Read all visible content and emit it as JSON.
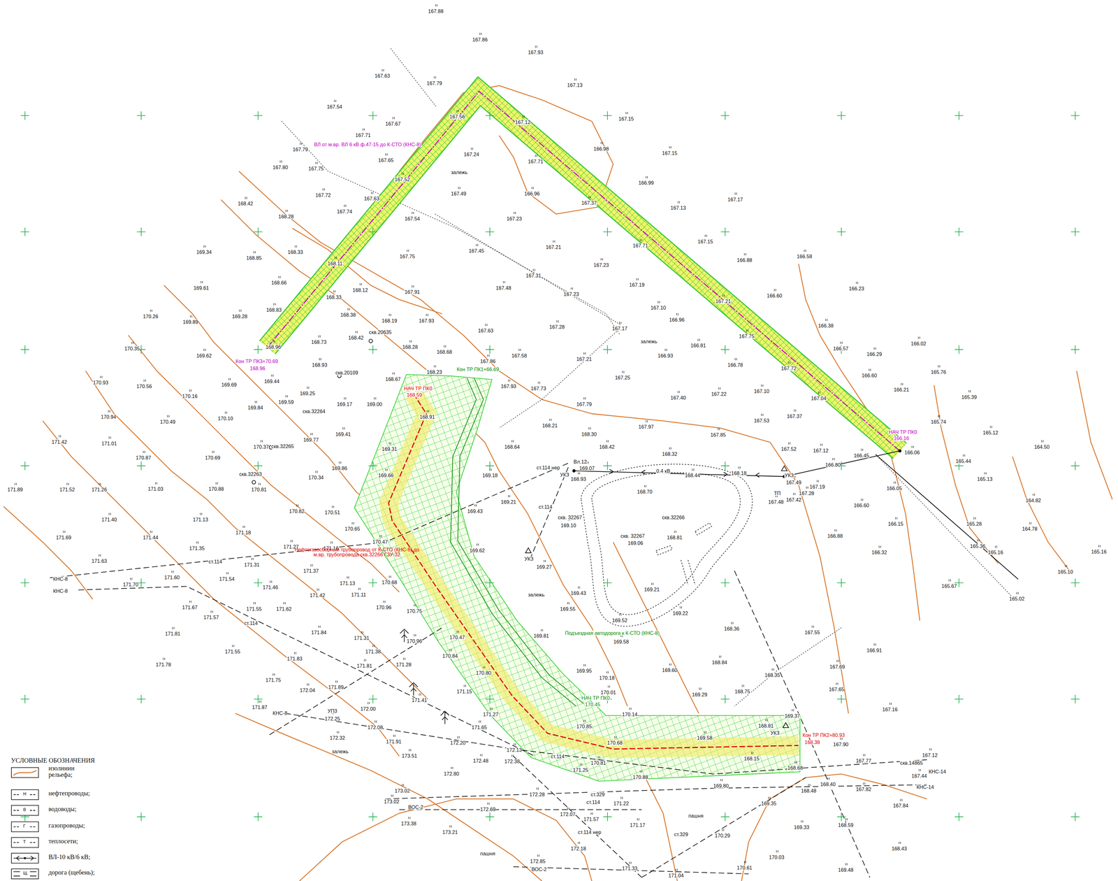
{
  "diagram": {
    "labels": [
      "167.88",
      "167.86",
      "167.93",
      "167.63",
      "167.79",
      "167.13",
      "167.54",
      "167.56",
      "167.12",
      "167.15",
      "167.67",
      "167.71",
      "ВЛ от м.вр. ВЛ 6 кВ ф.47-15 до К-СТО (КНС-8)",
      "167.79",
      "167.24",
      "166.98",
      "167.15",
      "167.80",
      "167.75",
      "167.65",
      "залежь",
      "167.71",
      "166.99",
      "167.52",
      "167.72",
      "167.63",
      "167.49",
      "166.96",
      "167.17",
      "168.42",
      "168.28",
      "167.74",
      "167.54",
      "167.23",
      "167.13",
      "167.37",
      "166.58",
      "168.85",
      "168.33",
      "169.34",
      "167.75",
      "167.45",
      "167.21",
      "167.71",
      "167.15",
      "166.88",
      "168.11",
      "167.23",
      "168.66",
      "167.31",
      "169.61",
      "168.12",
      "167.91",
      "167.48",
      "167.23",
      "167.19",
      "166.60",
      "166.23",
      "168.33",
      "168.83",
      "168.38",
      "167.10",
      "167.21",
      "170.26",
      "169.89",
      "169.28",
      "168.19",
      "167.93",
      "167.28",
      "166.96",
      "166.38",
      "167.63",
      "167.17",
      "168.42",
      "скв.20635",
      "167.75",
      "залежь",
      "166.02",
      "170.35",
      "168.73",
      "168.28",
      "167.58",
      "166.93",
      "166.81",
      "166.78",
      "166.57",
      "166.29",
      "165.76",
      "169.62",
      "168.96",
      "Кон ТР ПК3+70.69",
      "168.96",
      "168.93",
      "168.68",
      "167.86",
      "Кон ТР ПК1+66.69",
      "167.21",
      "167.25",
      "167.72",
      "скв.20109",
      "168.67",
      "168.23",
      "170.93",
      "170.56",
      "169.44",
      "НАЧ ТР ПК0",
      "168.59",
      "167.73",
      "167.93",
      "166.60",
      "166.21",
      "165.39",
      "169.69",
      "169.25",
      "170.16",
      "167.40",
      "167.22",
      "167.10",
      "167.04",
      "169.00",
      "168.91",
      "169.17",
      "скв.32264",
      "169.84",
      "169.59",
      "170.94",
      "170.49",
      "170.10",
      "167.79",
      "167.37",
      "167.53",
      "167.85",
      "166.45",
      "НАЧ ТР ПК0",
      "166.16",
      "165.74",
      "165.12",
      "164.50",
      "168.21",
      "167.97",
      "169.77",
      "169.41",
      "скв.32265",
      "168.30",
      "168.64",
      "168.42",
      "168.32",
      "167.52",
      "167.12",
      "166.06",
      "171.42",
      "171.01",
      "170.37",
      "170.69",
      "170.87",
      "169.31",
      "ст.114 нер",
      "Вл.12",
      "169.07",
      "169.18",
      "168.93",
      "0.4 кВ",
      "168.44",
      "168.18",
      "УКЗ",
      "167.49",
      "ТП",
      "167.28",
      "167.19",
      "167.48",
      "167.42",
      "166.80",
      "166.05",
      "165.44",
      "165.13",
      "171.89",
      "171.52",
      "171.26",
      "171.03",
      "170.88",
      "170.34",
      "скв.32263",
      "170.81",
      "169.86",
      "169.66",
      "168.70",
      "УКЗ",
      "169.21",
      "169.43",
      "164.82",
      "166.60",
      "166.88",
      "166.15",
      "165.28",
      "164.78",
      "170.82",
      "170.51",
      "171.13",
      "171.40",
      "171.69",
      "171.44",
      "171.18",
      "171.27",
      "171.16",
      "170.65",
      "170.47",
      "ст.114",
      "скв. 32267",
      "169.10",
      "скв.32266",
      "168.81",
      "скв. 32267",
      "169.06",
      "169.21",
      "169.27",
      "УКЗ",
      "169.62",
      "165.36",
      "165.16",
      "165.16",
      "165.10",
      "165.02",
      "166.32",
      "165.67",
      "171.63",
      "171.35",
      "ст.114",
      "171.31",
      "171.37",
      "Нефтегазосборный трубопровод от К-СТО (КНС-8) до м.вр. трубопровода скв.32266 ГЗУ-32",
      "КНС-8",
      "КНС-8",
      "171.60",
      "171.70",
      "171.54",
      "171.13",
      "170.68",
      "171.46",
      "залежь",
      "169.43",
      "169.55",
      "171.42",
      "171.11",
      "171.67",
      "171.62",
      "170.96",
      "170.75",
      "169.52",
      "169.22",
      "171.57",
      "171.55",
      "ст.114",
      "169.81",
      "Подъездная автодорога к К-СТО (КНС-8)",
      "169.58",
      "168.36",
      "167.55",
      "166.91",
      "171.81",
      "171.84",
      "171.31",
      "171.55",
      "171.83",
      "171.38",
      "170.96",
      "170.47",
      "168.84",
      "169.60",
      "171.78",
      "171.81",
      "171.28",
      "170.84",
      "169.95",
      "170.18",
      "168.35",
      "167.69",
      "171.75",
      "171.89",
      "170.80",
      "169.29",
      "168.75",
      "167.65",
      "167.16",
      "172.04",
      "171.87",
      "172.00",
      "171.41",
      "171.15",
      "170.01",
      "НАЧ ТР ПК0",
      "170.45",
      "170.14",
      "169.37",
      "КНС-8",
      "УП3",
      "172.25",
      "171.27",
      "170.85",
      "168.81",
      "УКЗ",
      "Кон ТР ПК2+80.93",
      "168.38",
      "172.08",
      "171.91",
      "171.65",
      "170.68",
      "169.58",
      "167.90",
      "залежь",
      "172.32",
      "172.20",
      "172.13",
      "172.48",
      "172.38",
      "ст.114",
      "170.81",
      "168.15",
      "173.51",
      "167.12",
      "167.77",
      "скв.14865",
      "168.68",
      "171.25",
      "170.88",
      "167.44",
      "КНС-14",
      "168.48",
      "168.40",
      "167.82",
      "КНС-14",
      "172.80",
      "173.02",
      "173.02",
      "ВОС-2",
      "172.28",
      "172.69",
      "ст.114",
      "ст.329",
      "171.22",
      "169.80",
      "169.35",
      "173.38",
      "172.07",
      "171.57",
      "171.17",
      "пашня",
      "169.33",
      "168.59",
      "167.84",
      "173.21",
      "ст.114 нер",
      "ст.329",
      "170.29",
      "170.03",
      "168.43",
      "пашня",
      "172.18",
      "171.33",
      "172.85",
      "ВОС-2",
      "171.04",
      "170.61",
      "169.48",
      "УСЛОВНЫЕ ОБОЗНАЧЕНИЯ",
      "Н",
      "В",
      "Г",
      "Т",
      "Щ"
    ],
    "legend": [
      {
        "text": "изолинии рельефа;"
      },
      {
        "text": "нефтепроводы;"
      },
      {
        "text": "водоводы;"
      },
      {
        "text": "газопроводы;"
      },
      {
        "text": "теплосети;"
      },
      {
        "text": "ВЛ-10 кВ/6 кВ;"
      },
      {
        "text": "дорога (щебень);"
      }
    ]
  }
}
